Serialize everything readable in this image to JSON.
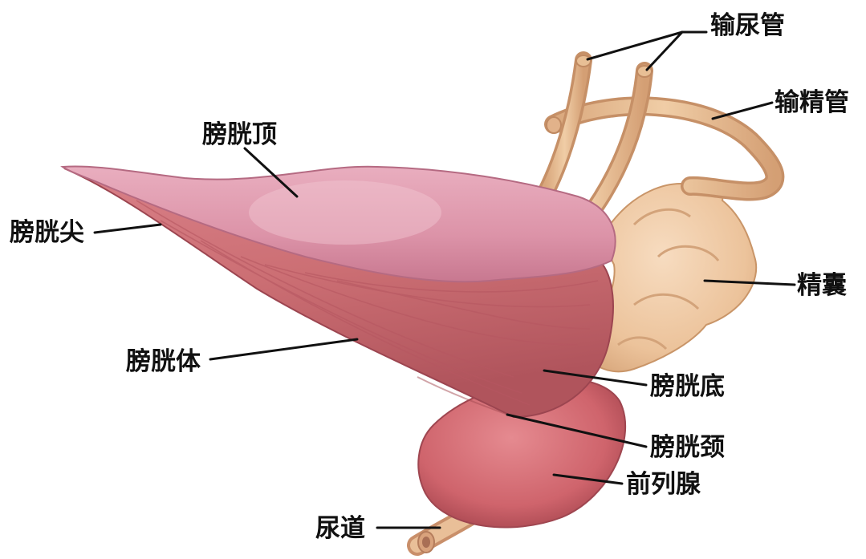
{
  "colors": {
    "bladder_top": "#d98aa0",
    "bladder_top_highlight": "#ebb8c6",
    "bladder_muscle": "#c96a6e",
    "bladder_muscle_dark": "#a84850",
    "prostate": "#d0676f",
    "duct": "#e7bd93",
    "seminal_vesicle": "#efc9a3",
    "label_text": "#111111"
  },
  "labels": {
    "ureter": "输尿管",
    "vas_deferens": "输精管",
    "bladder_apex_top": "膀胱顶",
    "bladder_tip": "膀胱尖",
    "seminal_vesicle": "精囊",
    "bladder_body": "膀胱体",
    "bladder_fundus": "膀胱底",
    "bladder_neck": "膀胱颈",
    "prostate": "前列腺",
    "urethra": "尿道"
  }
}
